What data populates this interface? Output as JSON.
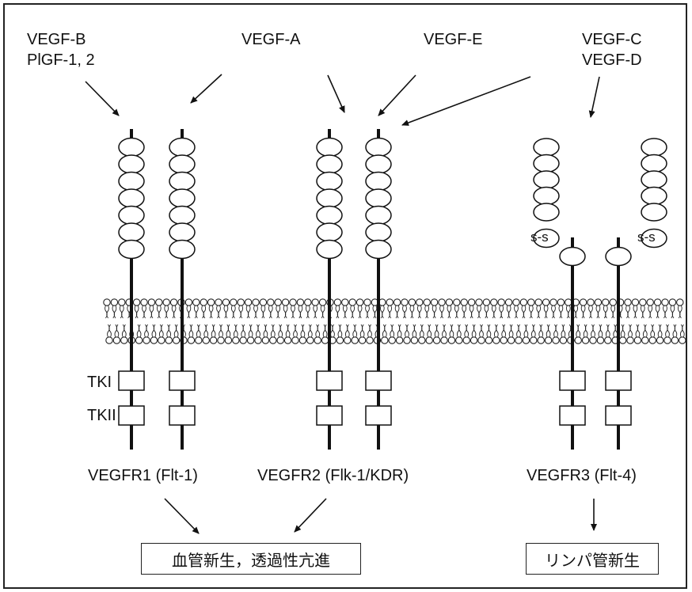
{
  "ligands": {
    "vegf_b": "VEGF-B",
    "pigf": "PlGF-1, 2",
    "vegf_a": "VEGF-A",
    "vegf_e": "VEGF-E",
    "vegf_c": "VEGF-C",
    "vegf_d": "VEGF-D"
  },
  "domains": {
    "tki": "TKI",
    "tkii": "TKII",
    "disulfide": "s-s"
  },
  "receptors": {
    "r1": "VEGFR1 (Flt-1)",
    "r2": "VEGFR2 (Flk-1/KDR)",
    "r3": "VEGFR3 (Flt-4)"
  },
  "outcomes": {
    "angiogenesis": "血管新生，透過性亢進",
    "lymphangiogenesis": "リンパ管新生"
  }
}
